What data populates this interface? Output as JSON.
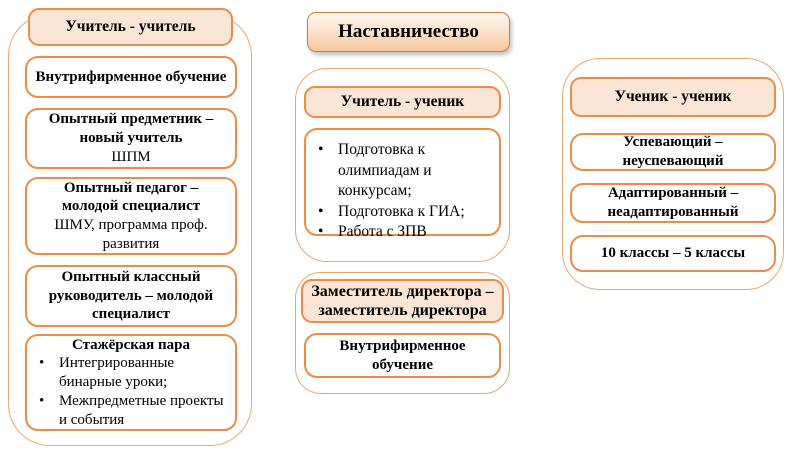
{
  "title": "Наставничество",
  "bullet_glyph": "•",
  "left": {
    "header": "Учитель - учитель",
    "box1": {
      "bold": "Внутрифирменное обучение"
    },
    "box2": {
      "bold": "Опытный предметник – новый учитель",
      "sub": "ШПМ"
    },
    "box3": {
      "bold": "Опытный педагог – молодой специалист",
      "sub": "ШМУ, программа проф. развития"
    },
    "box4": {
      "bold": "Опытный классный руководитель – молодой специалист"
    },
    "box5": {
      "bold": "Стажёрская пара",
      "bullets": [
        "Интегрированные бинарные уроки;",
        "Межпредметные проекты и события"
      ]
    }
  },
  "middle": {
    "top": {
      "header": "Учитель - ученик",
      "bullets": [
        "Подготовка к олимпиадам и конкурсам;",
        "Подготовка к ГИА;",
        "Работа с ЗПВ"
      ]
    },
    "bottom": {
      "header": "Заместитель директора – заместитель директора",
      "box": "Внутрифирменное обучение"
    }
  },
  "right": {
    "header": "Ученик - ученик",
    "boxes": [
      "Успевающий – неуспевающий",
      "Адаптированный – неадаптированный",
      "10 классы – 5 классы"
    ]
  },
  "colors": {
    "inner_border": "#ED8C47",
    "outer_border": "#ECA76F",
    "header_fill": "#FBE5D6",
    "title_fill_top": "#FEF8F2",
    "title_fill_bottom": "#F6C89F",
    "title_border": "#C9803F",
    "text": "#000000",
    "background": "#FFFFFF"
  }
}
